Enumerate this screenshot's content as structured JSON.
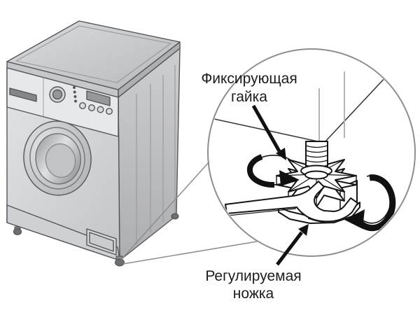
{
  "labels": {
    "locking_nut": {
      "line1": "Фиксирующая",
      "line2": "гайка"
    },
    "adjustable_foot": {
      "line1": "Регулируемая",
      "line2": "ножка"
    }
  },
  "colors": {
    "background": "#ffffff",
    "label_text": "#1c1c1c",
    "detail_line": "#161616",
    "machine_line": "#55565a",
    "machine_light_gray": "#dcdde0",
    "machine_mid_gray": "#c3c4c7",
    "machine_dark_gray": "#a9aaae",
    "callout_line": "#8d8e90",
    "detail_soft_gray": "#b4b5b8"
  }
}
